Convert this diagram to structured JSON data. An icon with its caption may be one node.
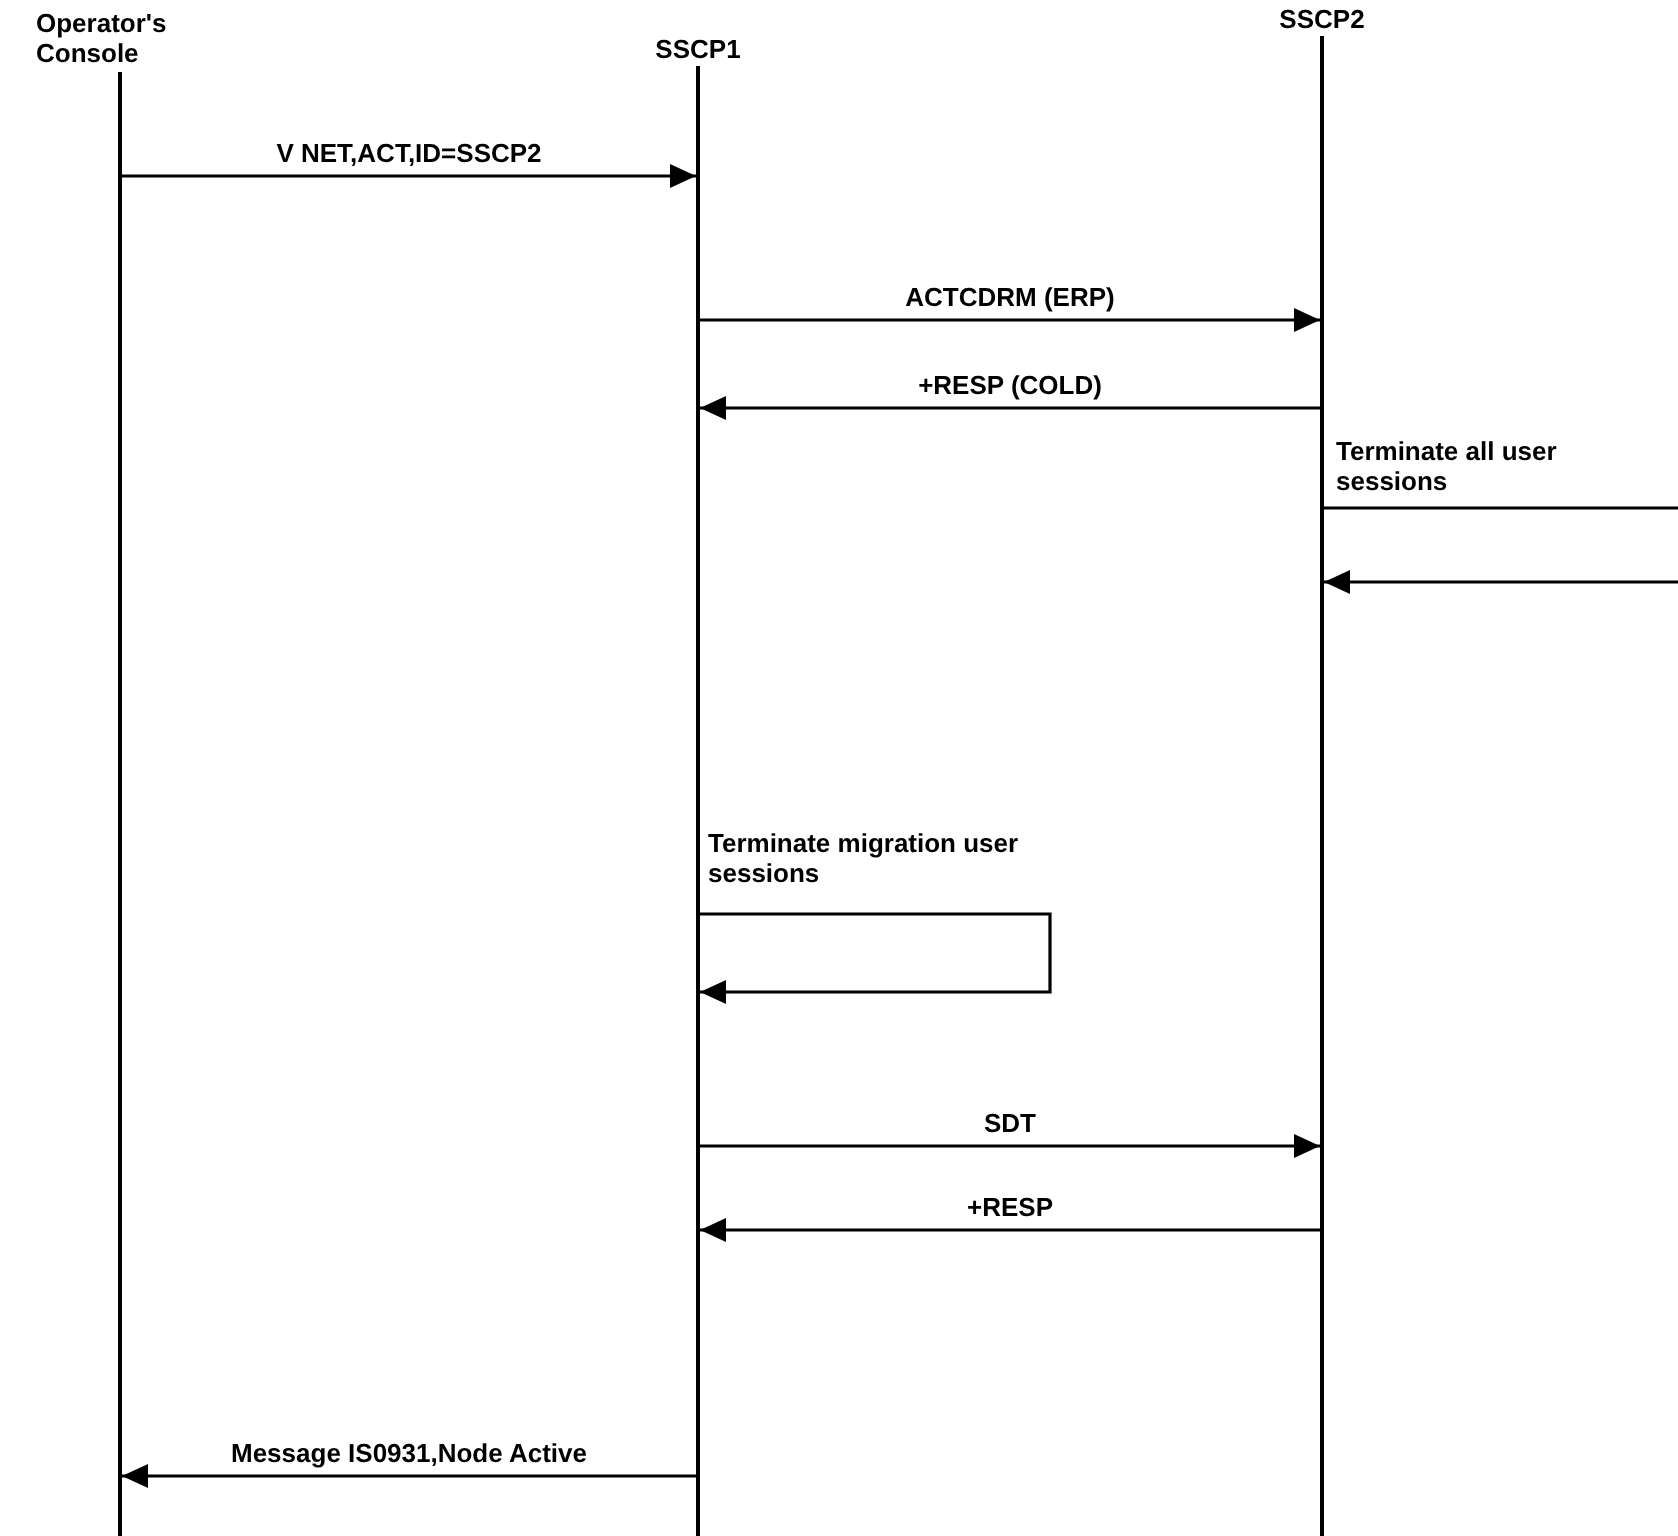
{
  "diagram": {
    "nodes": [
      {
        "text": [
          "Operator's Console"
        ]
      },
      {
        "text": [
          "SSCP1"
        ]
      },
      {
        "text": [
          "SSCP2"
        ]
      }
    ],
    "edges": [
      {
        "from": 0,
        "to": 1,
        "arrow": "to",
        "label": "V NET,ACT,ID=SSCP2"
      },
      {
        "from": 1,
        "to": 2,
        "arrow": "to",
        "label": "ACTCDRM (ERP)"
      },
      {
        "from": 2,
        "to": 1,
        "arrow": "to",
        "label": "+RESP (COLD)"
      },
      {
        "from": 2,
        "to": null,
        "arrow": "none",
        "label": "Terminate all user sessions"
      },
      {
        "from": null,
        "to": 2,
        "arrow": "to"
      },
      {
        "from": 1,
        "to": 1,
        "arrow": "to",
        "label": "Terminate migration user sessions"
      },
      {
        "from": 1,
        "to": 2,
        "arrow": "to",
        "label": "SDT"
      },
      {
        "from": 2,
        "to": 1,
        "arrow": "to",
        "label": "+RESP"
      },
      {
        "from": 1,
        "to": 0,
        "arrow": "to",
        "label": "Message IS0931,Node Active"
      }
    ]
  }
}
